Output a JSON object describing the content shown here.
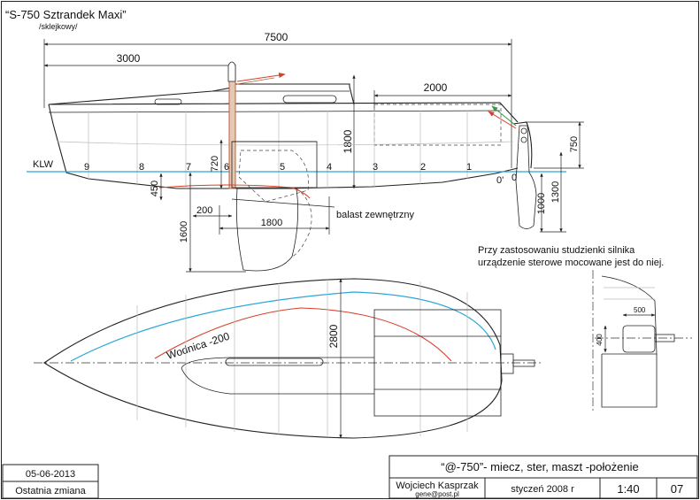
{
  "title": {
    "name": "“S-750 Sztrandek Maxi”",
    "subtitle": "/sklejkowy/"
  },
  "dimensions": {
    "loa": "7500",
    "mast_pos": "3000",
    "cockpit": "2000",
    "height": "1800",
    "keel_height": "720",
    "ballast_depth": "450",
    "offset_200": "200",
    "ballast_len": "1800",
    "draft": "1600",
    "transom_750": "750",
    "rudder_1000": "1000",
    "rudder_1300": "1300",
    "beam": "2800",
    "well_500": "500",
    "well_400": "400"
  },
  "labels": {
    "klw": "KLW",
    "stations": [
      "9",
      "8",
      "7",
      "6",
      "5",
      "4",
      "3",
      "2",
      "1",
      "0",
      "0'"
    ],
    "ballast": "balast zewnętrzny",
    "waterline": "Wodnica -200",
    "note_line1": "Przy zastosowaniu studzienki silnika",
    "note_line2": "urządzenie sterowe mocowane jest do niej."
  },
  "title_block": {
    "date": "05-06-2013",
    "last_change": "Ostatnia zmiana",
    "drawing_title": "“@-750”- miecz, ster, maszt -położenie",
    "author": "Wojciech Kasprzak",
    "email": "gene@post.pl",
    "drawn_date": "styczeń  2008 r",
    "scale": "1:40",
    "sheet": "07"
  },
  "colors": {
    "waterline_blue": "#2aa6d8",
    "red": "#d6402a",
    "green": "#2e9e3e",
    "mast_brown": "#b5653f"
  }
}
